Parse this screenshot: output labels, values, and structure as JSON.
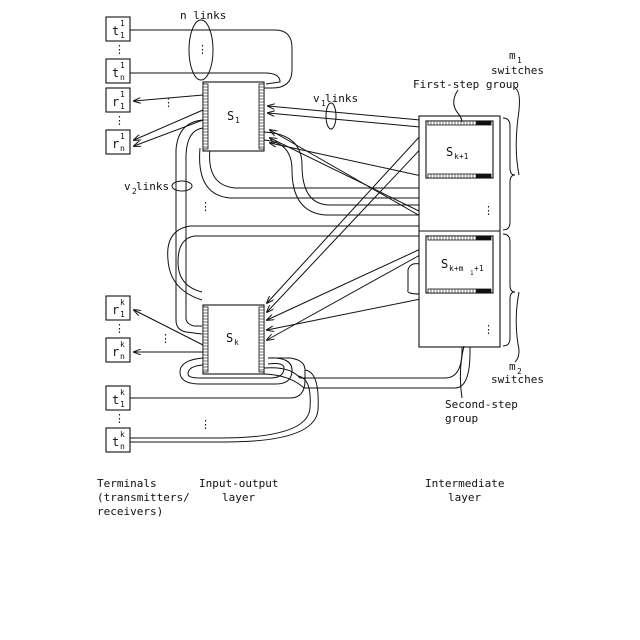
{
  "terminals_top": {
    "t1": {
      "base": "t",
      "sup": "1",
      "sub": "1"
    },
    "tn": {
      "base": "t",
      "sup": "1",
      "sub": "n"
    },
    "r1": {
      "base": "r",
      "sup": "1",
      "sub": "1"
    },
    "rn": {
      "base": "r",
      "sup": "1",
      "sub": "n"
    }
  },
  "terminals_bottom": {
    "r1": {
      "base": "r",
      "sup": "k",
      "sub": "1"
    },
    "rn": {
      "base": "r",
      "sup": "k",
      "sub": "n"
    },
    "t1": {
      "base": "t",
      "sup": "k",
      "sub": "1"
    },
    "tn": {
      "base": "t",
      "sup": "k",
      "sub": "n"
    }
  },
  "switches": {
    "s1": {
      "base": "S",
      "sub": "1"
    },
    "sk": {
      "base": "S",
      "sub": "k"
    },
    "sk1": {
      "base": "S",
      "sub": "k+1"
    },
    "skm": {
      "base": "S",
      "sub": "k+m",
      "subsub": "1",
      "tail": "+1"
    }
  },
  "labels": {
    "n_links": "n links",
    "v1_links": {
      "base": "v",
      "sub": "1",
      "tail": " links"
    },
    "v2_links": {
      "base": "v",
      "sub": "2",
      "tail": " links"
    },
    "first_step_group": "First-step group",
    "second_step_group_line1": "Second-step",
    "second_step_group_line2": "group",
    "m1": {
      "base": "m",
      "sub": "1",
      "line2": "switches"
    },
    "m2": {
      "base": "m",
      "sub": "2",
      "line2": "switches"
    }
  },
  "captions": {
    "terminals": [
      "Terminals",
      "(transmitters/",
      "receivers)"
    ],
    "io_layer": [
      "Input-output",
      "layer"
    ],
    "intermediate": [
      "Intermediate",
      "layer"
    ]
  },
  "ellipsis_vertical": "⋮"
}
